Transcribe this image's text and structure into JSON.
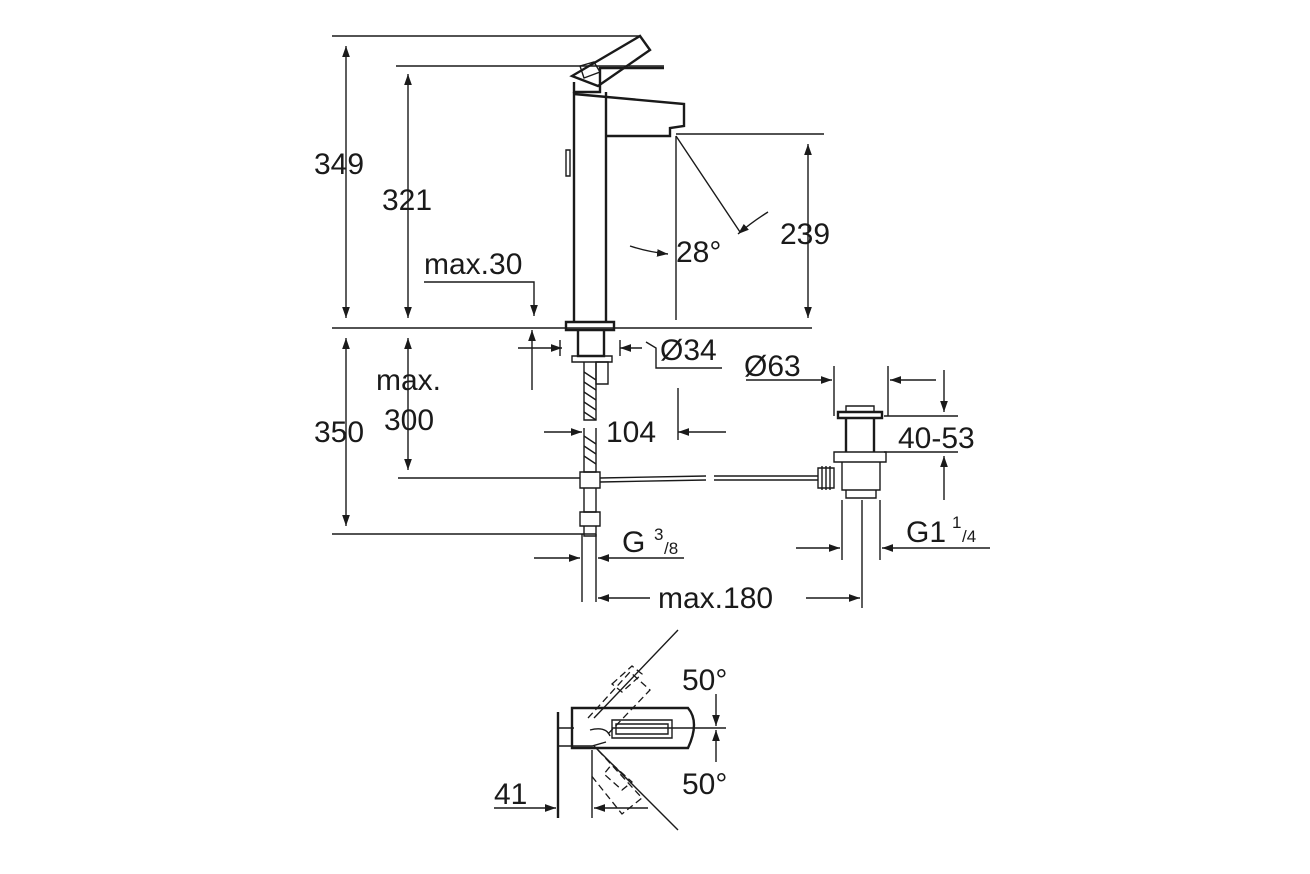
{
  "labels": {
    "h_total_top": "349",
    "h_handle": "321",
    "max_30": "max.30",
    "spout_height": "239",
    "angle_28": "28°",
    "dia_34": "Ø34",
    "dia_63": "Ø63",
    "h_below": "350",
    "max_word": "max.",
    "max_300": "300",
    "dim_104": "104",
    "range_40_53": "40-53",
    "g_prefix": "G",
    "g_num": "3",
    "g_den": "/8",
    "g1_prefix": "G1",
    "g1_num": "1",
    "g1_den": "/4",
    "max_180": "max.180",
    "angle_50_top": "50°",
    "angle_50_bottom": "50°",
    "dim_41": "41"
  },
  "colors": {
    "line": "#1a1a1a",
    "background": "#ffffff"
  }
}
